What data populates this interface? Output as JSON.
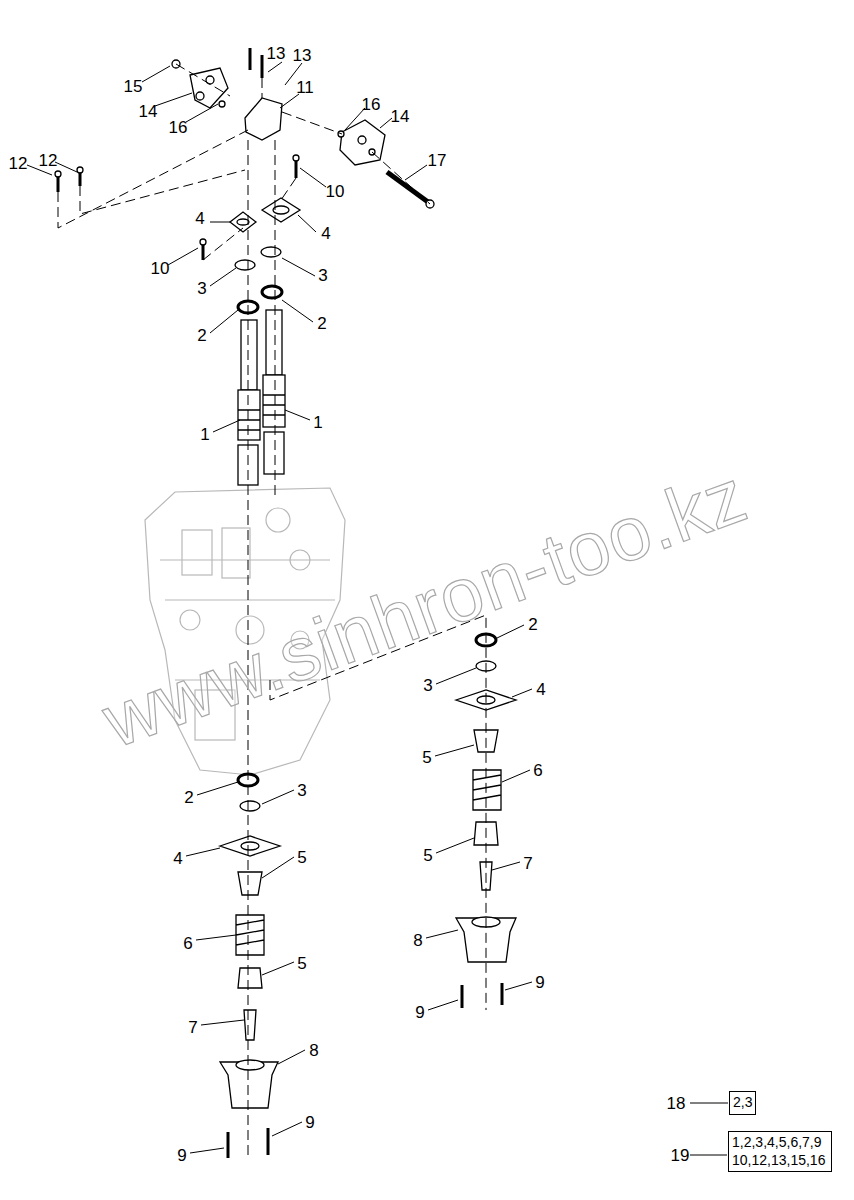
{
  "diagram": {
    "nodes": [
      {
        "text": [
          "2,3"
        ]
      },
      {
        "text": [
          "1,2,3,4,5,6,7,9 10,12,13,15,16"
        ]
      }
    ],
    "labels": [
      "13",
      "13",
      "15",
      "11",
      "14",
      "16",
      "16",
      "14",
      "12",
      "12",
      "17",
      "10",
      "4",
      "4",
      "10",
      "3",
      "3",
      "2",
      "2",
      "1",
      "1",
      "2",
      "3",
      "4",
      "5",
      "6",
      "5",
      "7",
      "8",
      "9",
      "9",
      "2",
      "3",
      "4",
      "5",
      "6",
      "5",
      "7",
      "8",
      "9",
      "9",
      "18",
      "19",
      "www.sinhron-too.kz"
    ]
  }
}
